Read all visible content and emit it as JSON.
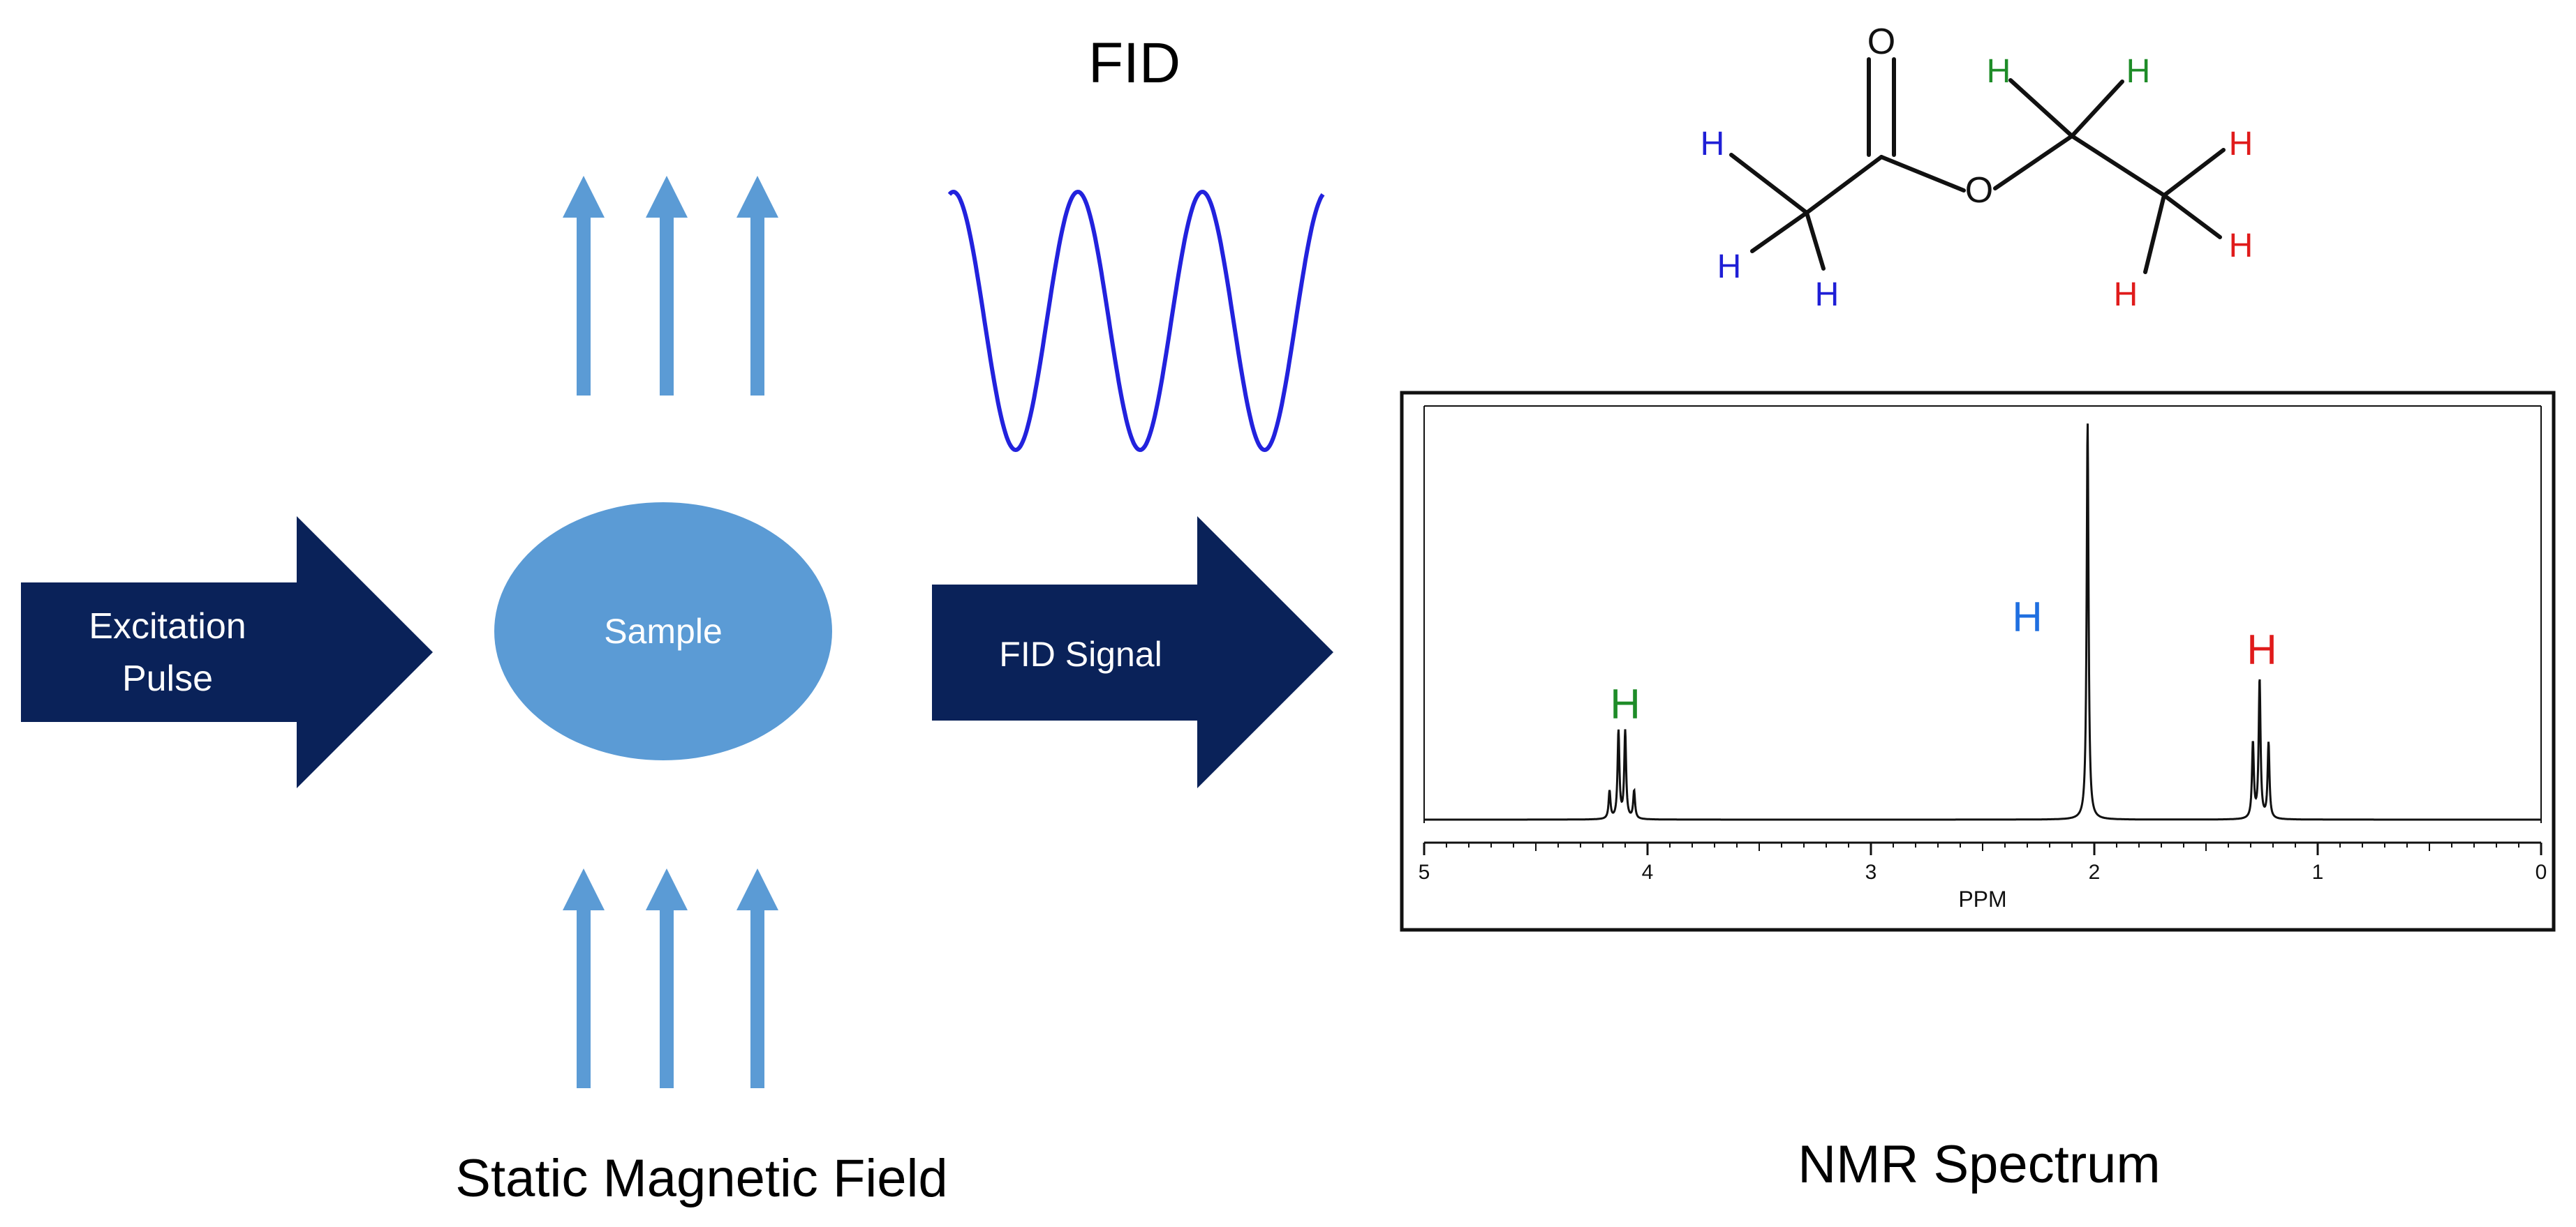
{
  "labels": {
    "fid_title": "FID",
    "excitation_line1": "Excitation",
    "excitation_line2": "Pulse",
    "sample": "Sample",
    "fid_signal": "FID Signal",
    "static_field": "Static Magnetic Field",
    "nmr_spectrum": "NMR Spectrum"
  },
  "molecule": {
    "atom_o_carbonyl": "O",
    "atom_o_ester": "O",
    "h_left_1": "H",
    "h_left_2": "H",
    "h_left_3": "H",
    "h_ch2_1": "H",
    "h_ch2_2": "H",
    "h_right_1": "H",
    "h_right_2": "H",
    "h_right_3": "H"
  },
  "colors": {
    "arrow_navy": "#0a2259",
    "field_arrow": "#5b9bd5",
    "sample_fill": "#5b9bd5",
    "fid_wave": "#2222dd",
    "h_blue": "#1f1fd6",
    "h_green": "#1e8c28",
    "h_red": "#e01b1b",
    "peak_label_blue": "#1f6fe0",
    "spectrum_line": "#111111"
  },
  "chart_data": {
    "type": "line",
    "title": "",
    "xlabel": "PPM",
    "ylabel": "",
    "xlim": [
      5,
      0
    ],
    "x_reversed": true,
    "ticks": [
      5,
      4,
      3,
      2,
      1,
      0
    ],
    "tick_labels": [
      "5",
      "4",
      "3",
      "2",
      "1",
      "0"
    ],
    "peaks": [
      {
        "ppm": 4.17,
        "height": 0.07
      },
      {
        "ppm": 4.13,
        "height": 0.22
      },
      {
        "ppm": 4.1,
        "height": 0.22
      },
      {
        "ppm": 4.06,
        "height": 0.07
      },
      {
        "ppm": 2.03,
        "height": 1.0
      },
      {
        "ppm": 1.29,
        "height": 0.19
      },
      {
        "ppm": 1.26,
        "height": 0.35
      },
      {
        "ppm": 1.22,
        "height": 0.19
      }
    ],
    "annotations": [
      {
        "text": "H",
        "ppm": 4.1,
        "color": "#1e8c28"
      },
      {
        "text": "H",
        "ppm": 2.3,
        "color": "#1f6fe0"
      },
      {
        "text": "H",
        "ppm": 1.25,
        "color": "#e01b1b"
      }
    ]
  }
}
